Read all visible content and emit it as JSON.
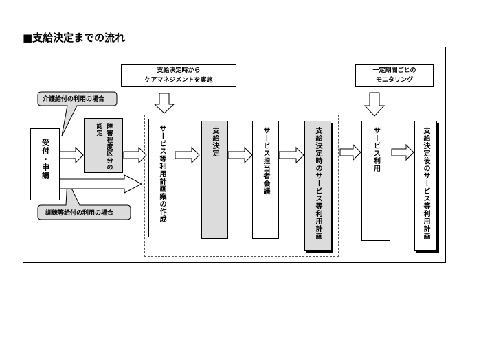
{
  "title": "■支給決定までの流れ",
  "nodes": {
    "reception": "受付・申請",
    "certification_line1": "障害程度区分の",
    "certification_line2": "認定",
    "draft_plan": "サービス等利用計画案の作成",
    "decision": "支給決定",
    "staff_meeting": "サービス担当者会議",
    "plan_at_decision": "支給決定時のサービス等利用計画",
    "service_use": "サービス利用",
    "plan_after_decision": "支給決定後のサービス等利用計画"
  },
  "notes": {
    "care_management_line1": "支給決定時から",
    "care_management_line2": "ケアマネジメントを実施",
    "monitoring_line1": "一定期間ごとの",
    "monitoring_line2": "モニタリング",
    "care_benefit": "介護給付の利用の場合",
    "training_benefit": "訓練等給付の利用の場合"
  }
}
